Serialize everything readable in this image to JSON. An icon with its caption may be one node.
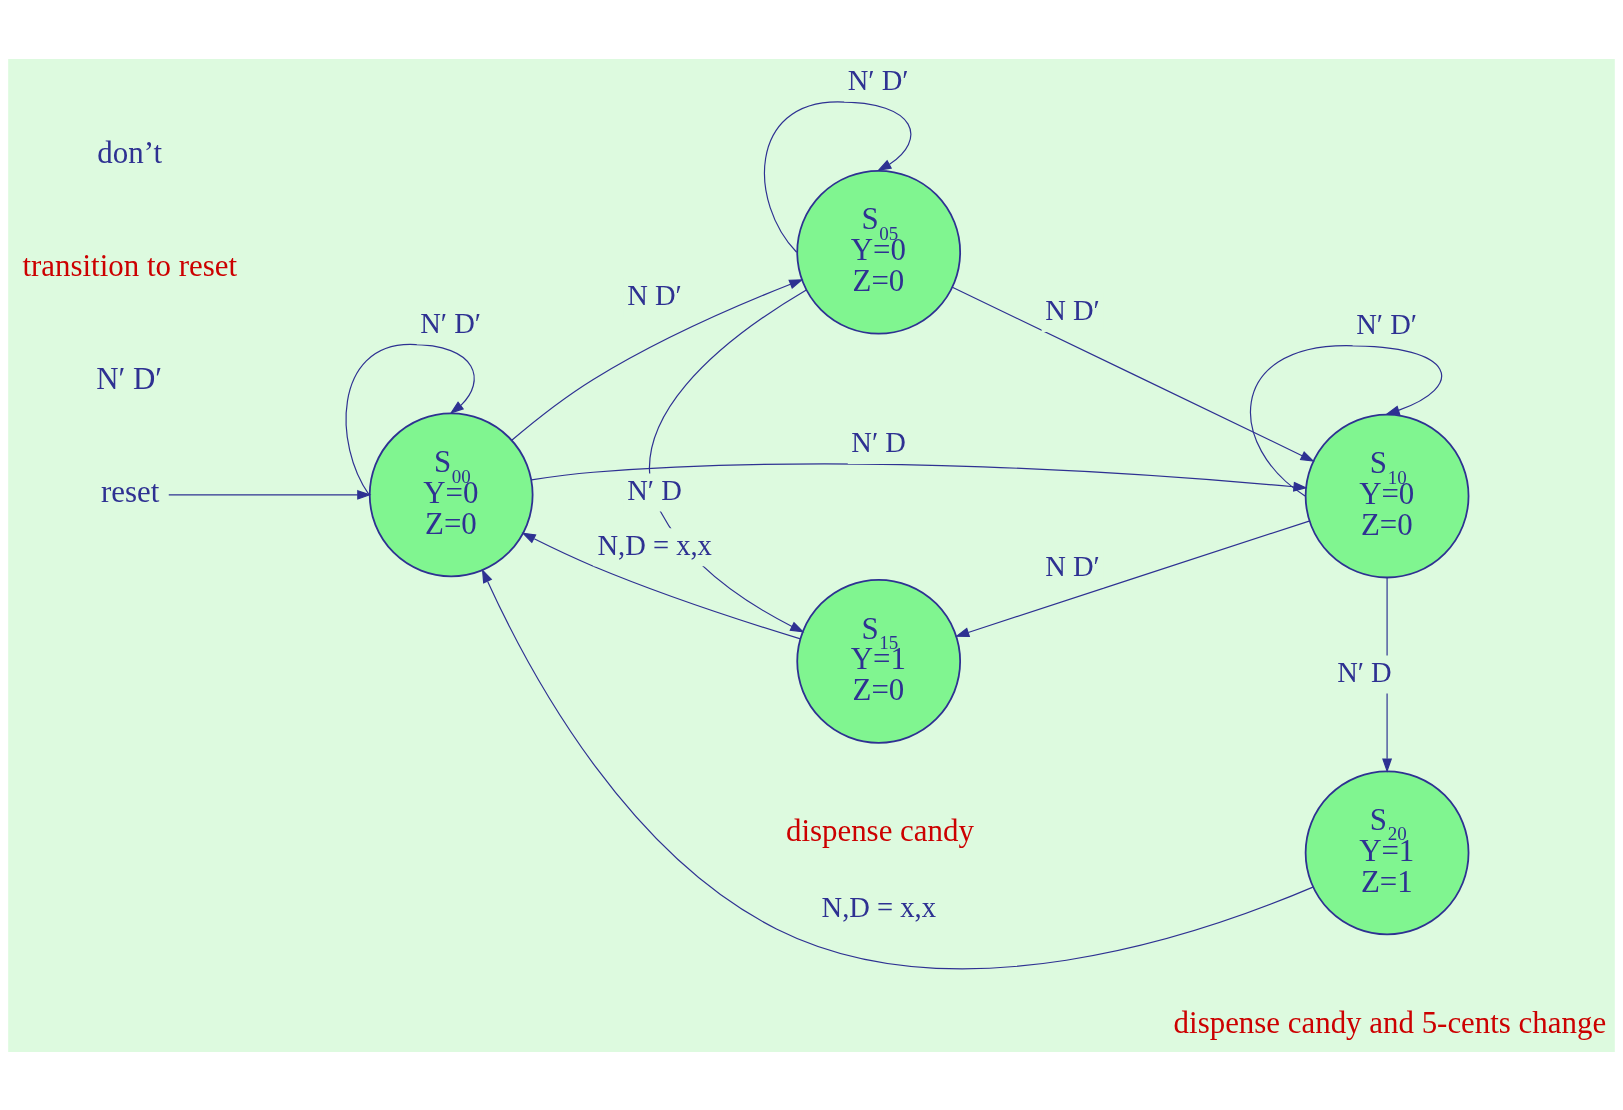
{
  "diagram": {
    "nodes": [
      {
        "text": [
          "S$_{00}$",
          "Y=0",
          "Z=0"
        ]
      },
      {
        "text": [
          "S$_{05}$",
          "Y=0",
          "Z=0"
        ]
      },
      {
        "text": [
          "S$_{10}$",
          "Y=0",
          "Z=0"
        ]
      },
      {
        "text": [
          "S$_{15}$",
          "Y=1",
          "Z=0"
        ],
        "beside": [
          "dispense candy"
        ]
      },
      {
        "text": [
          "S$_{20}$",
          "Y=1",
          "Z=1"
        ],
        "beside": [
          "dispense candy and 5-cents change"
        ]
      },
      {
        "text": [
          "reset"
        ]
      }
    ],
    "edges": [
      {
        "from": 0,
        "to": 0,
        "arrow": "to",
        "label": "N′ D′"
      },
      {
        "from": 0,
        "to": 1,
        "arrow": "to",
        "label": "N D′"
      },
      {
        "from": 0,
        "to": 2,
        "arrow": "to",
        "label": "N′ D"
      },
      {
        "from": 1,
        "to": 1,
        "arrow": "to",
        "label": "N′ D′"
      },
      {
        "from": 1,
        "to": 2,
        "arrow": "to",
        "label": "N D′"
      },
      {
        "from": 1,
        "to": 3,
        "arrow": "to",
        "label": "N′ D"
      },
      {
        "from": 2,
        "to": 2,
        "arrow": "to",
        "label": "N′ D′"
      },
      {
        "from": 2,
        "to": 3,
        "arrow": "to",
        "label": "N D′"
      },
      {
        "from": 2,
        "to": 4,
        "arrow": "to",
        "label": "N′ D"
      },
      {
        "from": 3,
        "to": 0,
        "arrow": "to",
        "label": "N,D = x,x"
      },
      {
        "from": 4,
        "to": 0,
        "arrow": "to",
        "label": "N,D = x,x"
      },
      {
        "from": 5,
        "to": 0,
        "arrow": "to"
      }
    ],
    "labels": [
      "N′ D′",
      "transition to reset",
      "don’t"
    ]
  }
}
